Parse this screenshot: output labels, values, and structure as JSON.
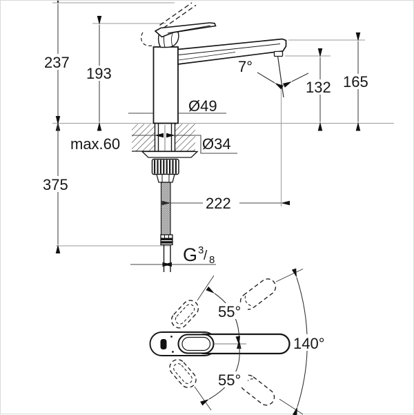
{
  "drawing": {
    "type": "faucet-installation-dimension-drawing",
    "colors": {
      "background": "#ffffff",
      "outline": "#161616",
      "dimension_line": "#454545",
      "reference_line": "#9a9a9a",
      "text": "#161616"
    },
    "dimensions": {
      "overall_height": "237",
      "height_to_handle_top": "193",
      "outlet_height": "132",
      "spout_top_height": "165",
      "base_diameter": "Ø49",
      "shank_diameter": "Ø34",
      "max_deck_thickness": "max.60",
      "below_deck_length": "375",
      "spout_reach": "222",
      "outlet_angle": "7°",
      "handle_swing_upper": "55°",
      "handle_swing_lower": "55°",
      "spout_swivel_range": "140°",
      "connection_thread": {
        "letter": "G",
        "numerator": "3",
        "slash": "/",
        "denominator": "8"
      }
    }
  }
}
